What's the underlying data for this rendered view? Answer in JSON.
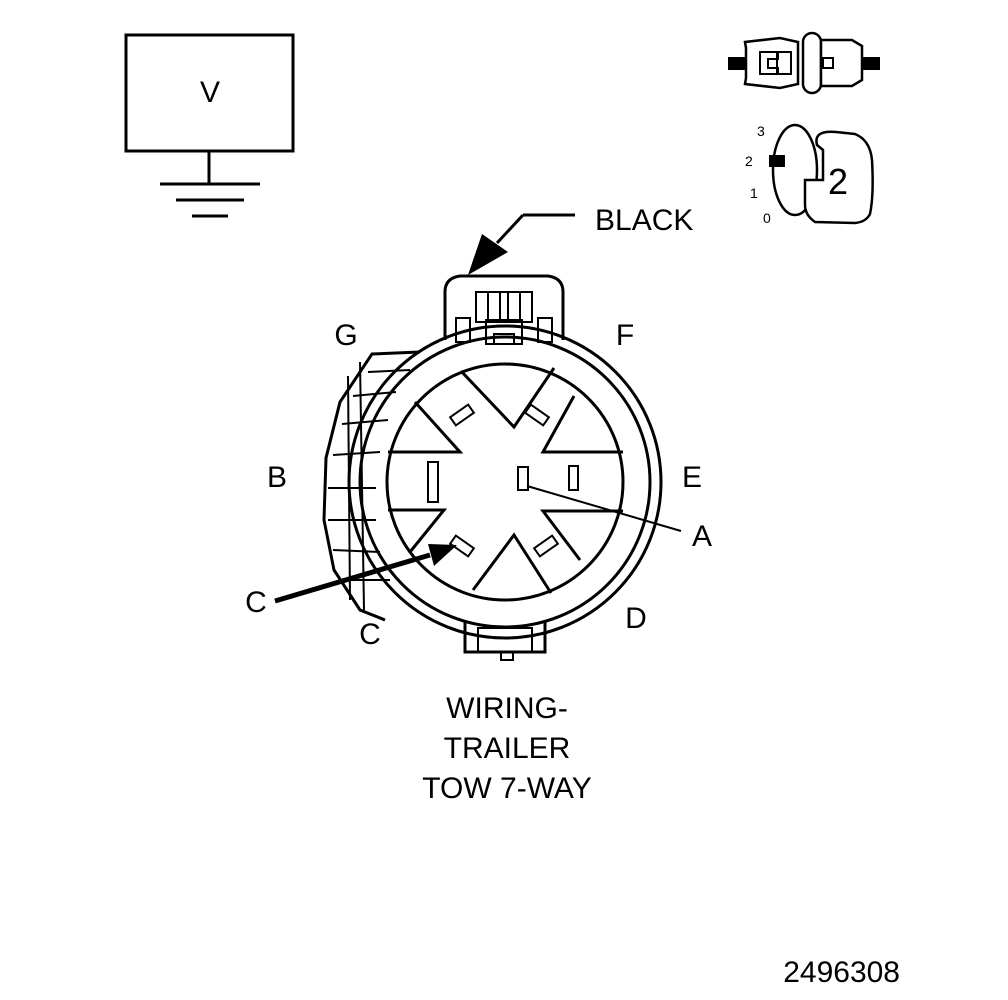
{
  "meter": {
    "symbol": "V"
  },
  "pointer_label": "BLACK",
  "terminal_labels": {
    "a": "A",
    "b": "B",
    "c": "C",
    "d": "D",
    "e": "E",
    "f": "F",
    "g": "G"
  },
  "probe_label": "C",
  "title_lines": [
    "WIRING-",
    "TRAILER",
    "TOW 7-WAY"
  ],
  "selector": {
    "positions": [
      "3",
      "2",
      "1",
      "0"
    ],
    "value": "2"
  },
  "figure_number": "2496308",
  "colors": {
    "line": "#000000",
    "background": "#ffffff"
  }
}
